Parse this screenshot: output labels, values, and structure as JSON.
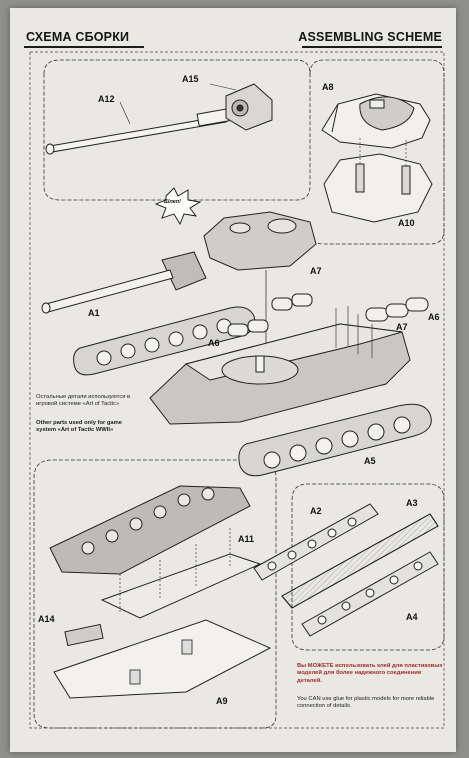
{
  "header": {
    "title_ru": "СХЕМА СБОРКИ",
    "title_en": "ASSEMBLING SCHEME"
  },
  "parts": [
    {
      "id": "a15",
      "label": "A15"
    },
    {
      "id": "a12",
      "label": "A12"
    },
    {
      "id": "a8",
      "label": "A8"
    },
    {
      "id": "a10",
      "label": "A10"
    },
    {
      "id": "a7-top",
      "label": "A7"
    },
    {
      "id": "a1",
      "label": "A1"
    },
    {
      "id": "a6-left",
      "label": "A6"
    },
    {
      "id": "a7-right",
      "label": "A7"
    },
    {
      "id": "a6-right",
      "label": "A6"
    },
    {
      "id": "a5",
      "label": "A5"
    },
    {
      "id": "a11",
      "label": "A11"
    },
    {
      "id": "a2",
      "label": "A2"
    },
    {
      "id": "a3",
      "label": "A3"
    },
    {
      "id": "a4",
      "label": "A4"
    },
    {
      "id": "a14",
      "label": "A14"
    },
    {
      "id": "a9",
      "label": "A9"
    }
  ],
  "notes": {
    "other_parts_ru": "Остальные детали используются в игровой системе «Art of Tactic»",
    "other_parts_en": "Other parts used only for game system «Art of Tactic WWII»",
    "glue_ru": "Вы МОЖЕТЕ использовать клей для пластиковых моделей для более надежного соединения деталей.",
    "glue_en": "You CAN use glue for plastic models for more reliable connection of details.",
    "burst": "Шлеп!"
  },
  "colors": {
    "paper": "#e9e8e3",
    "ink": "#1c1c1c",
    "glue_note_red": "#a22c27"
  }
}
